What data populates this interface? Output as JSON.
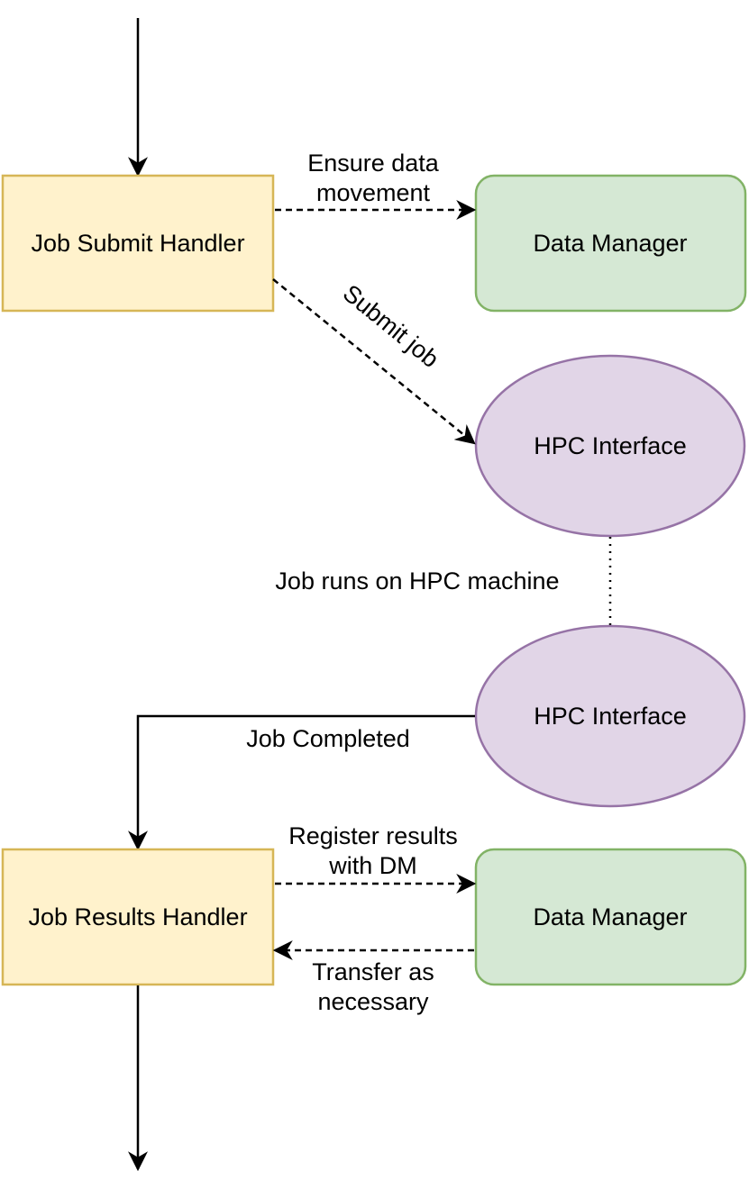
{
  "nodes": {
    "job_submit_handler": {
      "label": "Job Submit Handler"
    },
    "data_manager_top": {
      "label": "Data Manager"
    },
    "hpc_interface_top": {
      "label": "HPC Interface"
    },
    "hpc_interface_bottom": {
      "label": "HPC Interface"
    },
    "job_results_handler": {
      "label": "Job Results Handler"
    },
    "data_manager_bottom": {
      "label": "Data Manager"
    }
  },
  "edges": {
    "ensure_data_movement": {
      "line1": "Ensure data",
      "line2": "movement"
    },
    "submit_job": {
      "label": "Submit job"
    },
    "job_runs": {
      "label": "Job runs on HPC machine"
    },
    "job_completed": {
      "label": "Job Completed"
    },
    "register_results": {
      "line1": "Register results",
      "line2": "with DM"
    },
    "transfer": {
      "line1": "Transfer as",
      "line2": "necessary"
    }
  },
  "colors": {
    "handler_fill": "#fff2cc",
    "handler_stroke": "#d6b656",
    "data_manager_fill": "#d5e8d4",
    "data_manager_stroke": "#82b366",
    "hpc_fill": "#e1d5e7",
    "hpc_stroke": "#9673a6"
  }
}
